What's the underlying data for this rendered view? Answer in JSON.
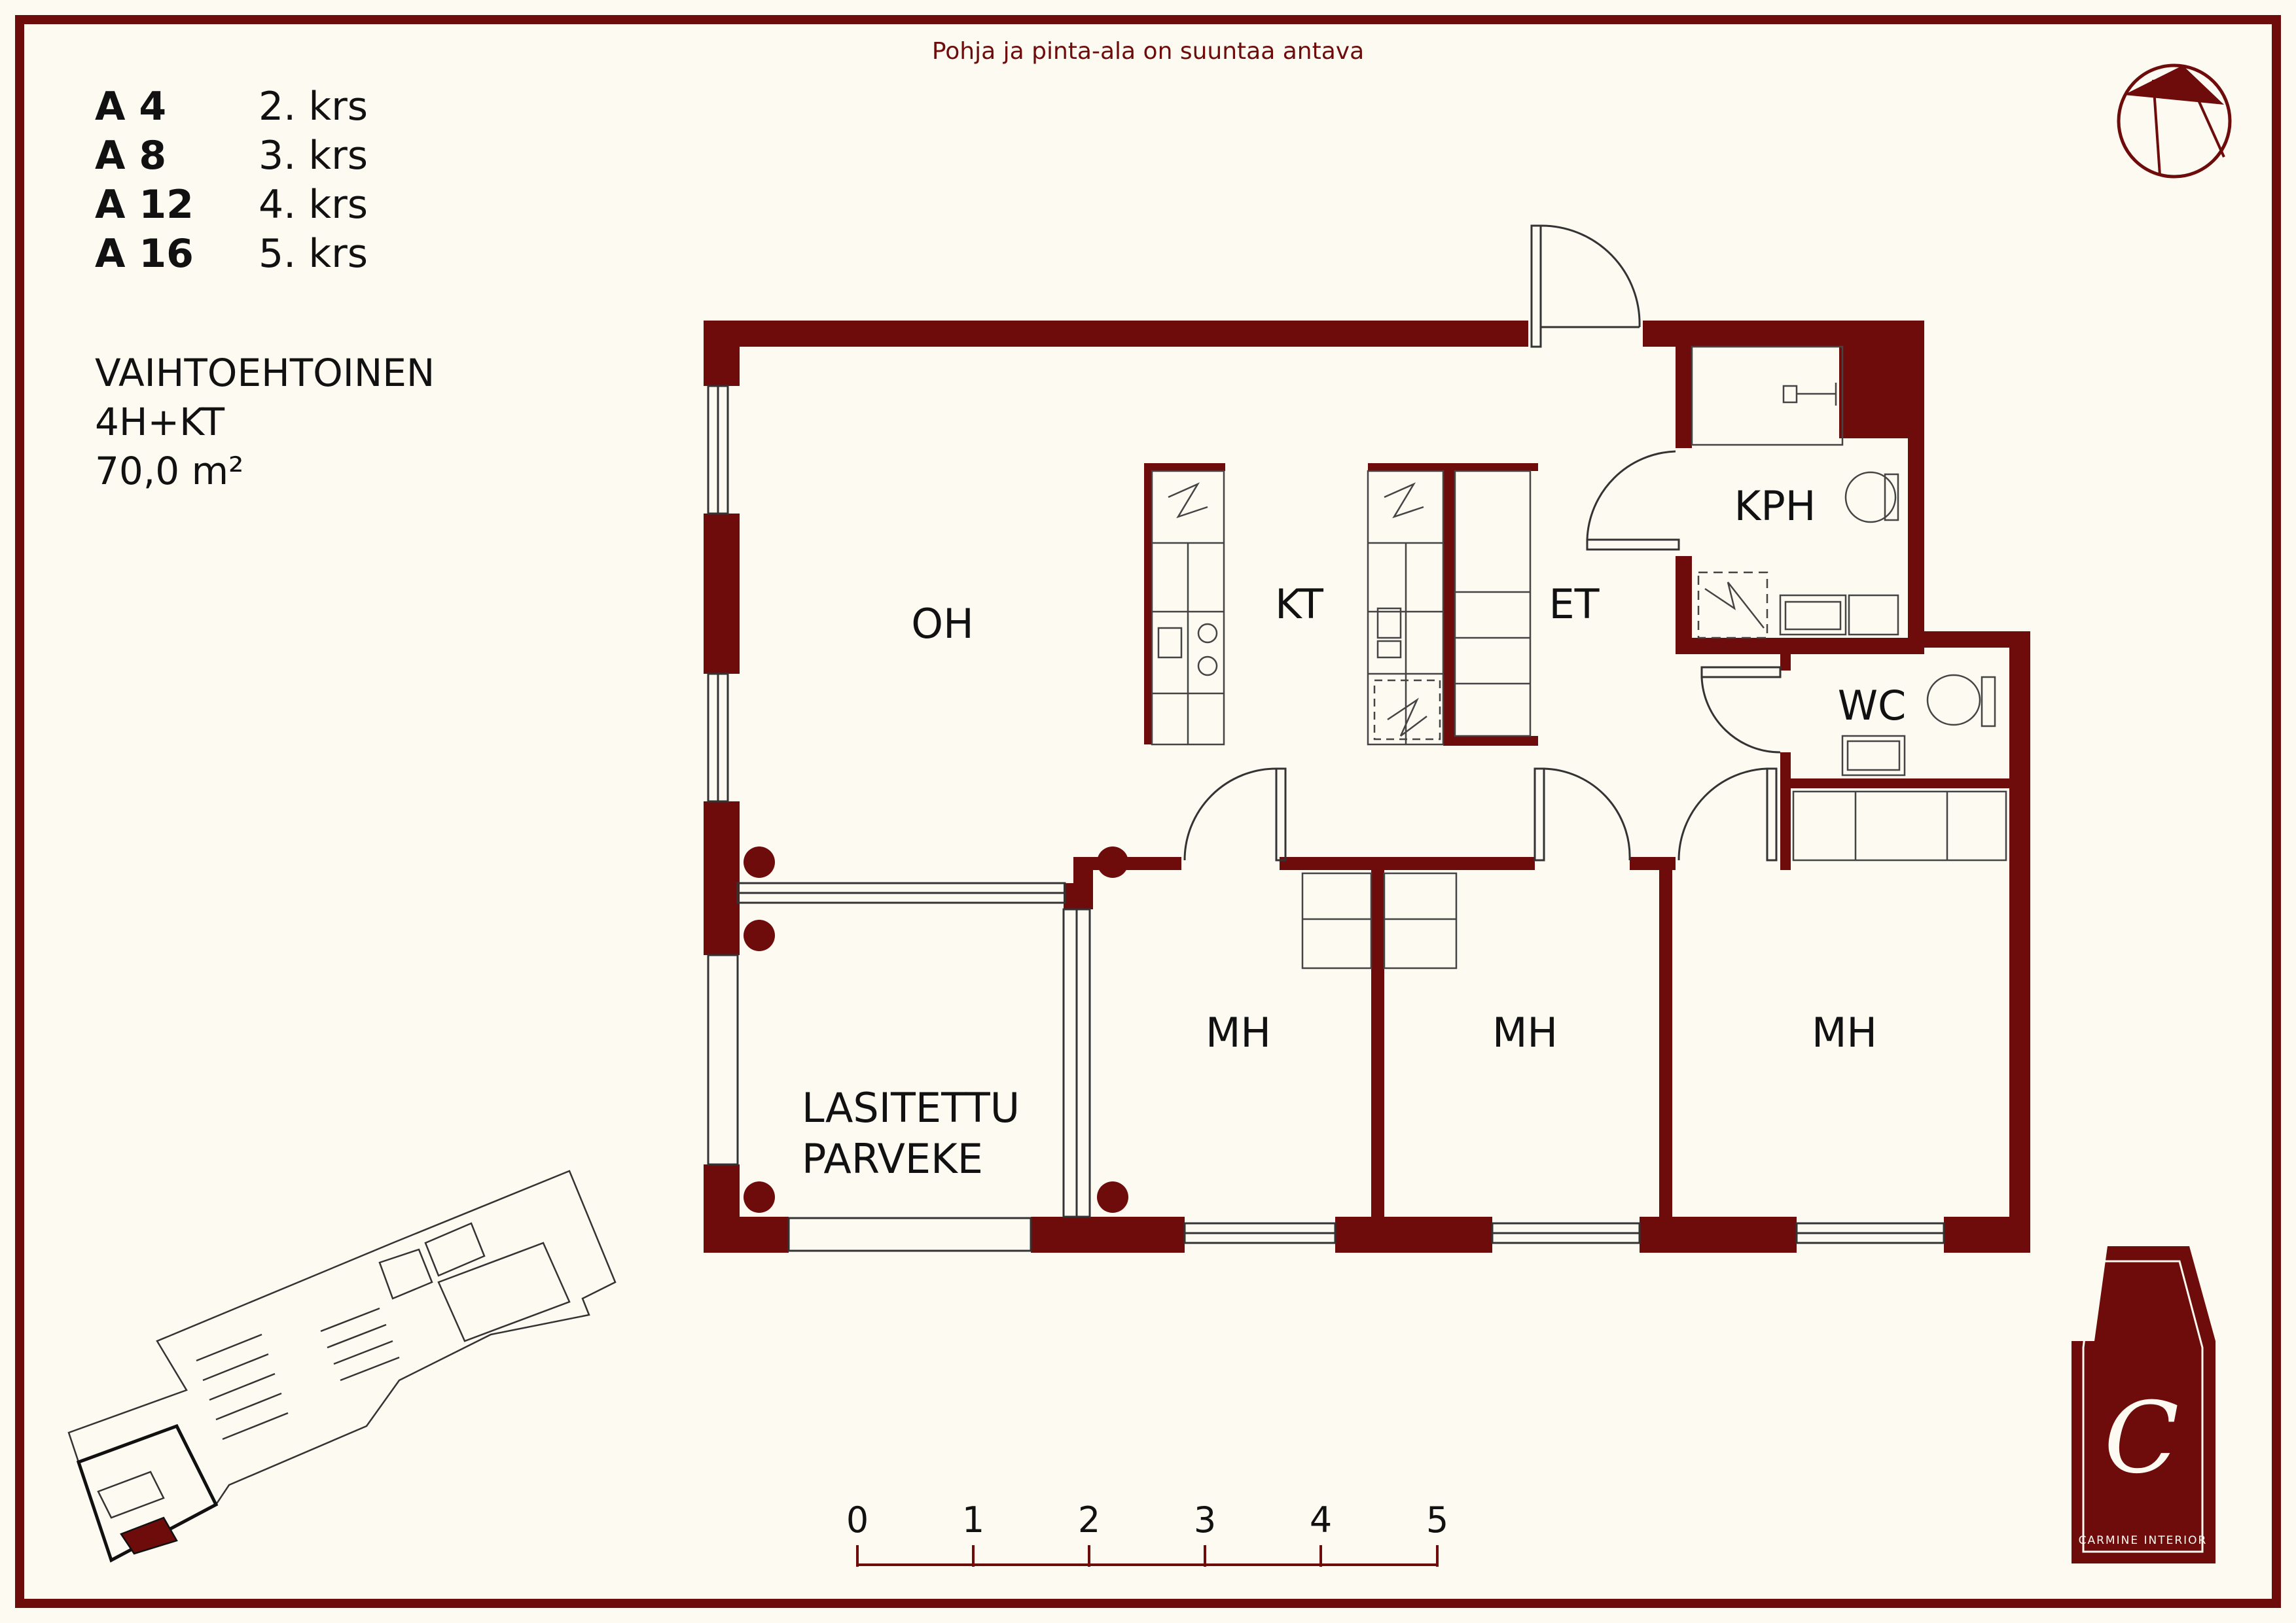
{
  "note": "Pohja ja pinta-ala on suuntaa antava",
  "units": [
    {
      "id": "A 4",
      "floor": "2. krs"
    },
    {
      "id": "A 8",
      "floor": "3. krs"
    },
    {
      "id": "A 12",
      "floor": "4. krs"
    },
    {
      "id": "A 16",
      "floor": "5. krs"
    }
  ],
  "description": {
    "variant": "VAIHTOEHTOINEN",
    "type": "4H+KT",
    "area": "70,0 m²"
  },
  "rooms": {
    "oh": "OH",
    "kt": "KT",
    "et": "ET",
    "kph": "KPH",
    "wc": "WC",
    "mh1": "MH",
    "mh2": "MH",
    "mh3": "MH",
    "balcony_line1": "LASITETTU",
    "balcony_line2": "PARVEKE"
  },
  "scale": {
    "labels": [
      "0",
      "1",
      "2",
      "3",
      "4",
      "5"
    ]
  },
  "logo": {
    "monogram": "C",
    "name": "CARMINE INTERIOR"
  },
  "colors": {
    "wall": "#6e0b0b",
    "background": "#fdfaf1",
    "line": "#333333"
  }
}
